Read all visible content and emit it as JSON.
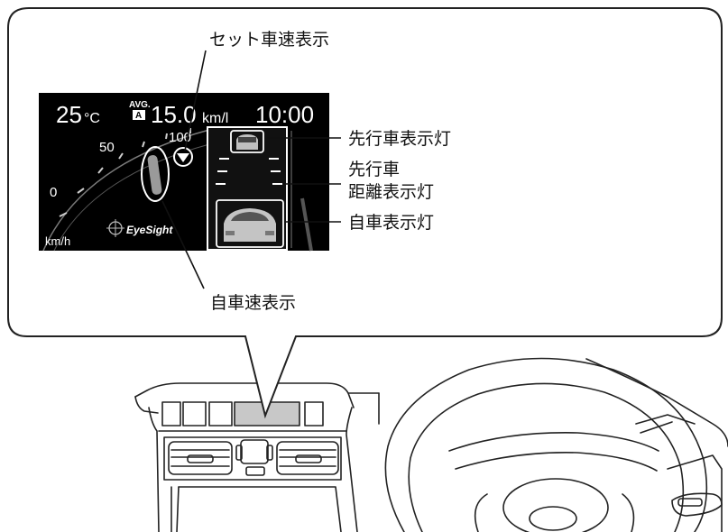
{
  "display": {
    "temperature_value": "25",
    "temperature_unit": "°C",
    "avg_label": "AVG.",
    "avg_badge": "A",
    "fuel_value": "15.0",
    "fuel_unit": "km/l",
    "clock": "10:00",
    "speed_ticks": [
      "0",
      "50",
      "100"
    ],
    "speed_unit": "km/h",
    "brand": "EyeSight"
  },
  "callouts": {
    "set_speed": "セット車速表示",
    "lead_vehicle": "先行車表示灯",
    "distance_line1": "先行車",
    "distance_line2": "距離表示灯",
    "own_vehicle": "自車表示灯",
    "own_speed": "自車速表示"
  }
}
